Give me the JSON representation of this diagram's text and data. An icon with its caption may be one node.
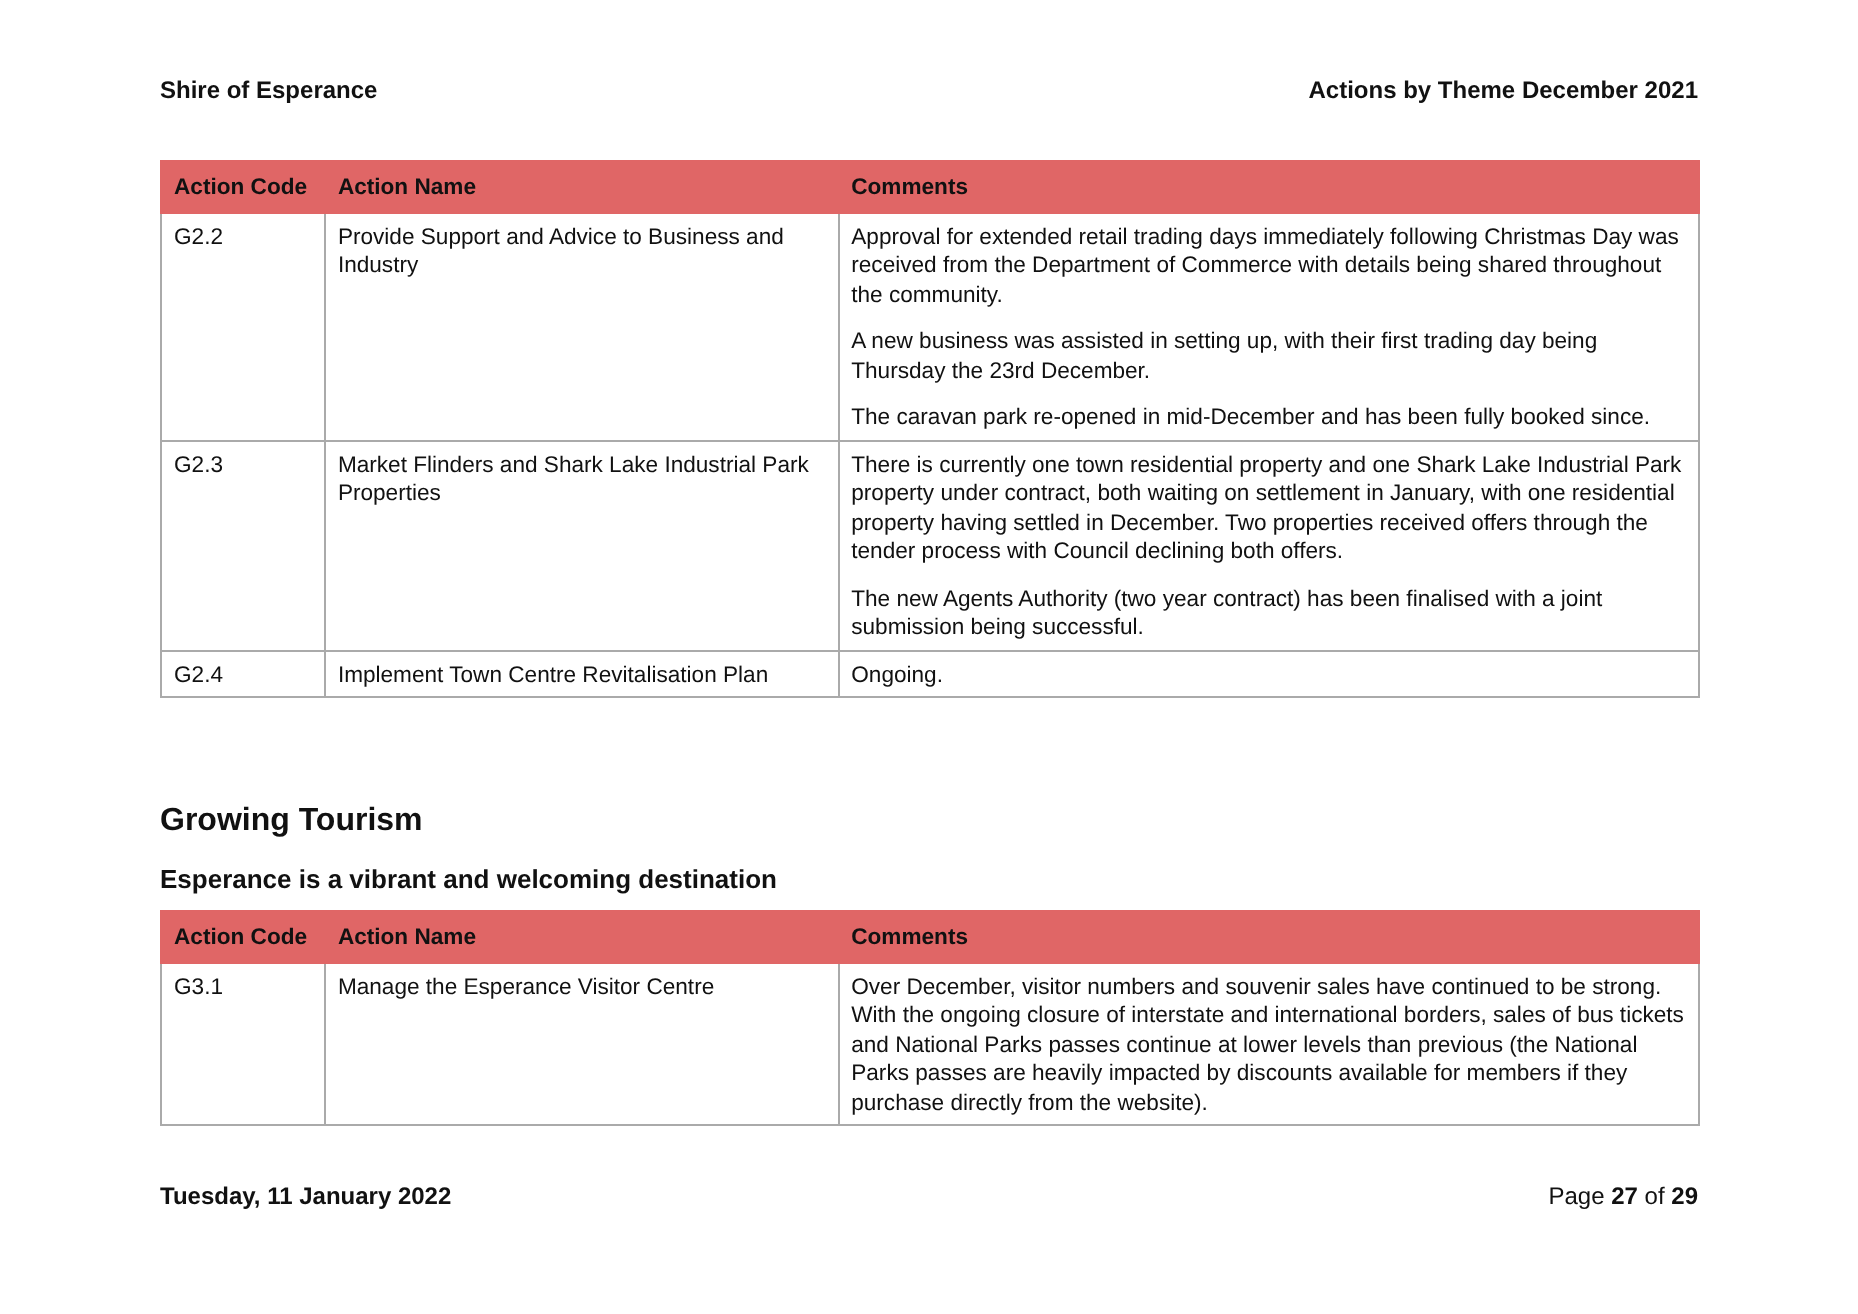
{
  "diagram": {
    "labels": [
      "Shire of Esperance",
      "Actions by Theme December 2021",
      "Action Code",
      "Action Name",
      "Comments",
      "G2.2",
      "Provide Support and Advice to Business and Industry",
      "Approval for extended retail trading days immediately following Christmas Day was received from the Department of Commerce with details being shared throughout the community.",
      "A new business was assisted in setting up, with their first trading day being Thursday the 23rd December.",
      "The caravan park re-opened in mid-December and has been fully booked since.",
      "G2.3",
      "Market Flinders and Shark Lake Industrial Park Properties",
      "There is currently one town residential property and one Shark Lake Industrial Park property under contract, both waiting on settlement in January, with one residential property having settled in December. Two properties received offers through the tender process with Council declining both offers.",
      "The new Agents Authority (two year contract) has been finalised with a joint submission being successful.",
      "G2.4",
      "Implement Town Centre Revitalisation Plan",
      "Ongoing.",
      "Growing Tourism",
      "Esperance is a vibrant and welcoming destination",
      "Action Code",
      "Action Name",
      "Comments",
      "G3.1",
      "Manage the Esperance Visitor Centre",
      "Over December, visitor numbers and souvenir sales have continued to be strong. With the ongoing closure of interstate and international borders, sales of bus tickets and National Parks passes continue at lower levels than previous (the National Parks passes are heavily impacted by discounts available for members if they purchase directly from the website).",
      "Tuesday, 11 January 2022",
      "Page **27** of **29**"
    ]
  }
}
